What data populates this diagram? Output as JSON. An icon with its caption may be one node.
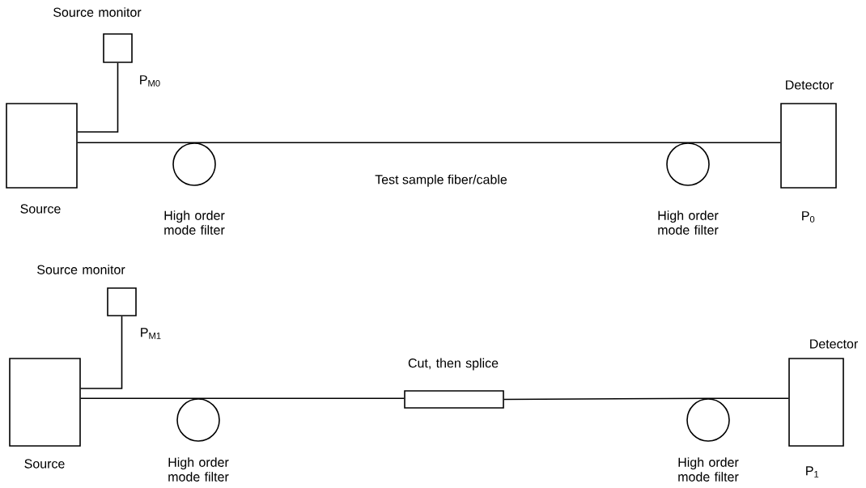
{
  "diagram": {
    "nodes": [
      {
        "text": [
          "Source"
        ]
      },
      {
        "text": [
          "Source monitor"
        ],
        "beside": [
          "P$_{M0}$"
        ]
      },
      {
        "text": [
          "High order mode filter"
        ]
      },
      {
        "text": [
          "High order mode filter"
        ]
      },
      {
        "text": [
          "Detector"
        ],
        "beside": [
          "P$_{0}$"
        ]
      },
      {
        "text": [
          "Source"
        ]
      },
      {
        "text": [
          "Source monitor"
        ],
        "beside": [
          "P$_{M1}$"
        ]
      },
      {
        "text": [
          "High order mode filter"
        ]
      },
      {
        "text": [
          "Cut, then splice"
        ]
      },
      {
        "text": [
          "High order mode filter"
        ]
      },
      {
        "text": [
          "Detector"
        ],
        "beside": [
          "P$_{1}$"
        ]
      }
    ],
    "edges": [
      {
        "from": 0,
        "to": 1,
        "arrow": "none"
      },
      {
        "from": 0,
        "to": 2,
        "arrow": "none"
      },
      {
        "from": 2,
        "to": 3,
        "arrow": "none",
        "label": "Test sample fiber/cable"
      },
      {
        "from": 3,
        "to": 4,
        "arrow": "none"
      },
      {
        "from": 5,
        "to": 6,
        "arrow": "none"
      },
      {
        "from": 5,
        "to": 7,
        "arrow": "none"
      },
      {
        "from": 7,
        "to": 8,
        "arrow": "none"
      },
      {
        "from": 8,
        "to": 9,
        "arrow": "none"
      },
      {
        "from": 9,
        "to": 10,
        "arrow": "none"
      }
    ]
  }
}
